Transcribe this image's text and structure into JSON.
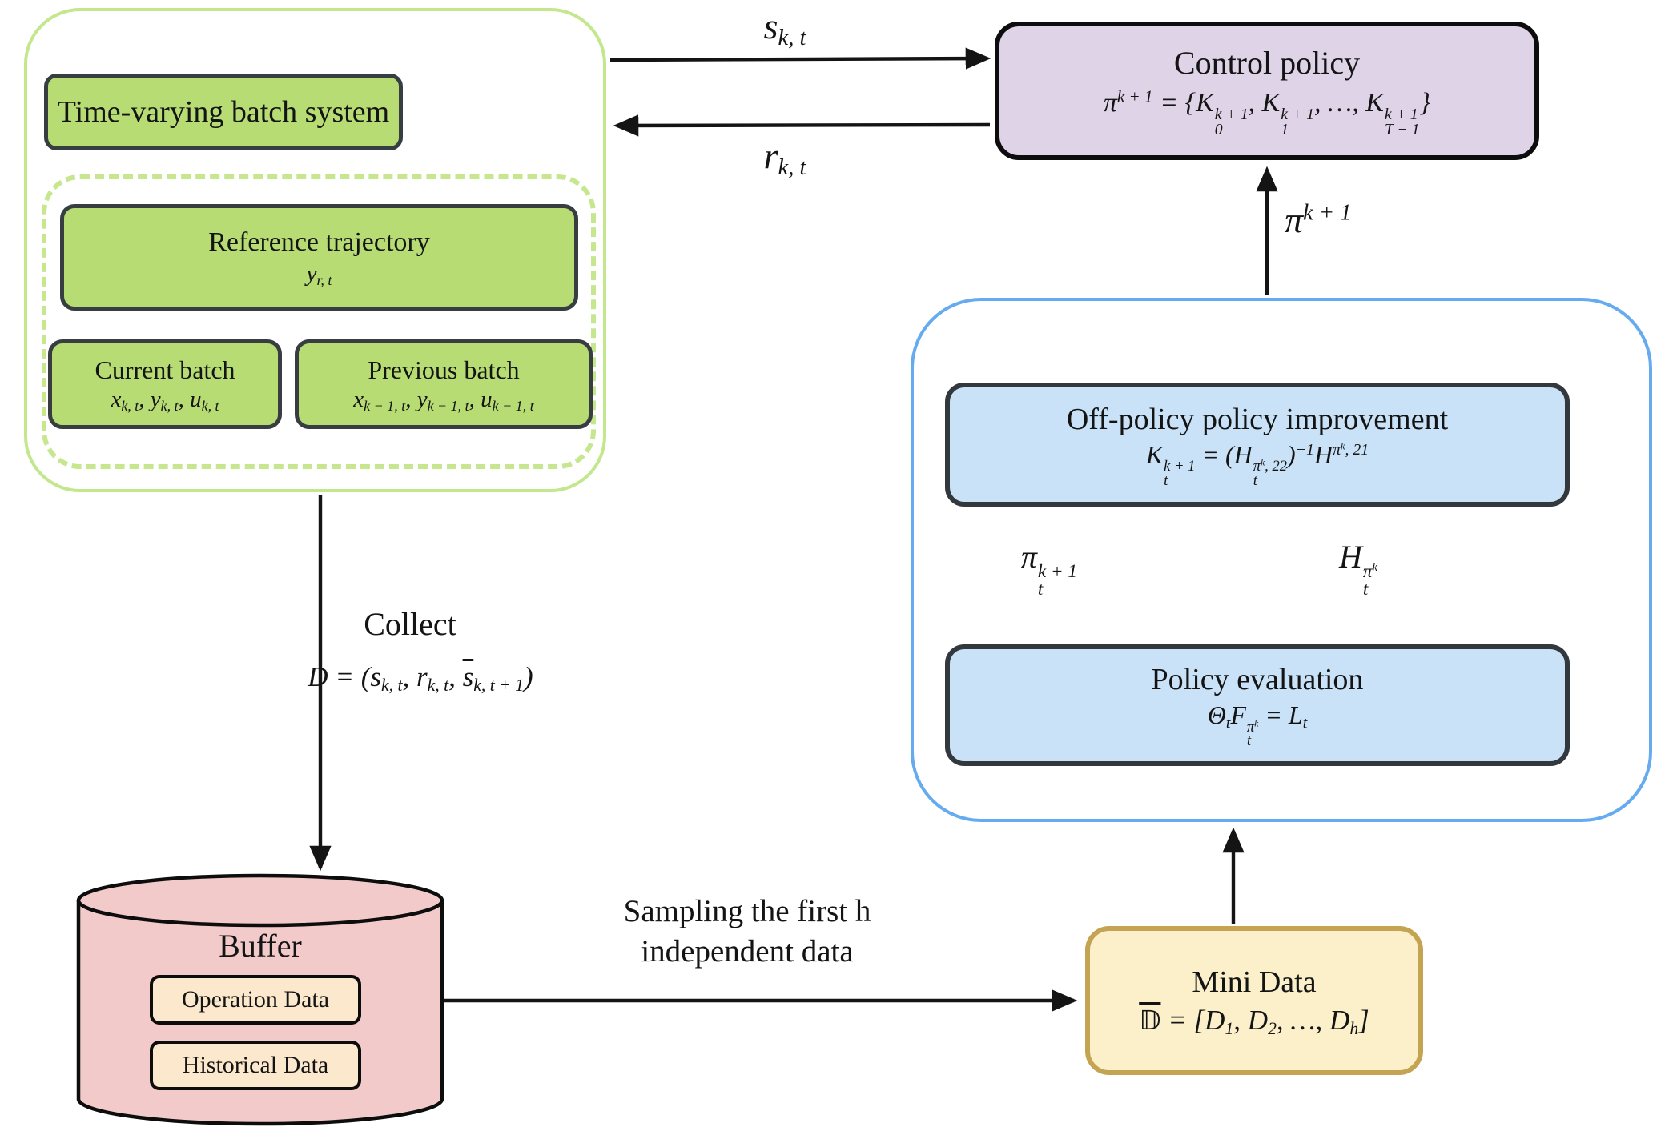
{
  "colors": {
    "ink": "#141414",
    "green_fill": "#b8dc74",
    "green_border": "#c3e78c",
    "green_dash": "#c6e78e",
    "box_stroke": "#383d42",
    "purple_fill": "#ded3e7",
    "blue_fill": "#c9e2f8",
    "blue_border": "#66abf0",
    "yellow_fill": "#fbf0ca",
    "yellow_border": "#c4a453",
    "pink_fill": "#f3caca",
    "peach_fill": "#fce8cd"
  },
  "batch_system": {
    "title": "Time-varying batch system",
    "reference": {
      "title": "Reference trajectory",
      "formula_html": "y<sub>r, t</sub>"
    },
    "current_batch": {
      "title": "Current batch",
      "formula_html": "x<sub>k, t</sub>, y<sub>k, t</sub>, u<sub>k, t</sub>"
    },
    "previous_batch": {
      "title": "Previous batch",
      "formula_html": "x<sub>k − 1, t</sub>, y<sub>k − 1, t</sub>, u<sub>k − 1, t</sub>"
    }
  },
  "control_policy": {
    "title": "Control policy",
    "formula_html": "π<sup>k + 1</sup> = {K<span class='st'><span>k + 1</span><span>0</span></span>, K<span class='st'><span>k + 1</span><span>1</span></span>, …, K<span class='st'><span>k + 1</span><span>T − 1</span></span>}"
  },
  "learning": {
    "improvement": {
      "title": "Off-policy policy improvement",
      "formula_html": "K<span class='st'><span>k + 1</span><span>t</span></span> = (H<span class='st'><span>π<sup>k</sup>, 22</span><span>t</span></span>)<sup>−1</sup>H<sup>π<sup>k</sup>, 21</sup>"
    },
    "evaluation": {
      "title": "Policy evaluation",
      "formula_html": "Θ<sub>t</sub>F<span class='st'><span>π<sup>k</sup></span><span>t</span></span> = L<sub>t</sub>"
    },
    "improve_to_eval_label_html": "π<span class='st'><span>k + 1</span><span>t</span></span>",
    "eval_to_improve_label_html": "H<span class='st'><span>π<sup>k</sup></span><span>t</span></span>"
  },
  "buffer": {
    "title": "Buffer",
    "items": [
      {
        "label": "Operation Data"
      },
      {
        "label": "Historical Data"
      }
    ]
  },
  "mini_data": {
    "title": "Mini Data",
    "formula_html": "<span class='ovl dbb'>𝔻</span> = [D<sub>1</sub>, D<sub>2</sub>, …, D<sub>h</sub>]"
  },
  "flows": {
    "state_label_html": "s<sub>k, t</sub>",
    "reward_label_html": "r<sub>k, t</sub>",
    "policy_label_html": "π<sup>k + 1</sup>",
    "collect_title": "Collect",
    "collect_formula_html": "D = (s<sub>k, t</sub>, r<sub>k, t</sub>, <span class='ovl'>s</span><sub>k, t + 1</sub>)",
    "sampling_line1": "Sampling the first h",
    "sampling_line2": "independent data"
  }
}
